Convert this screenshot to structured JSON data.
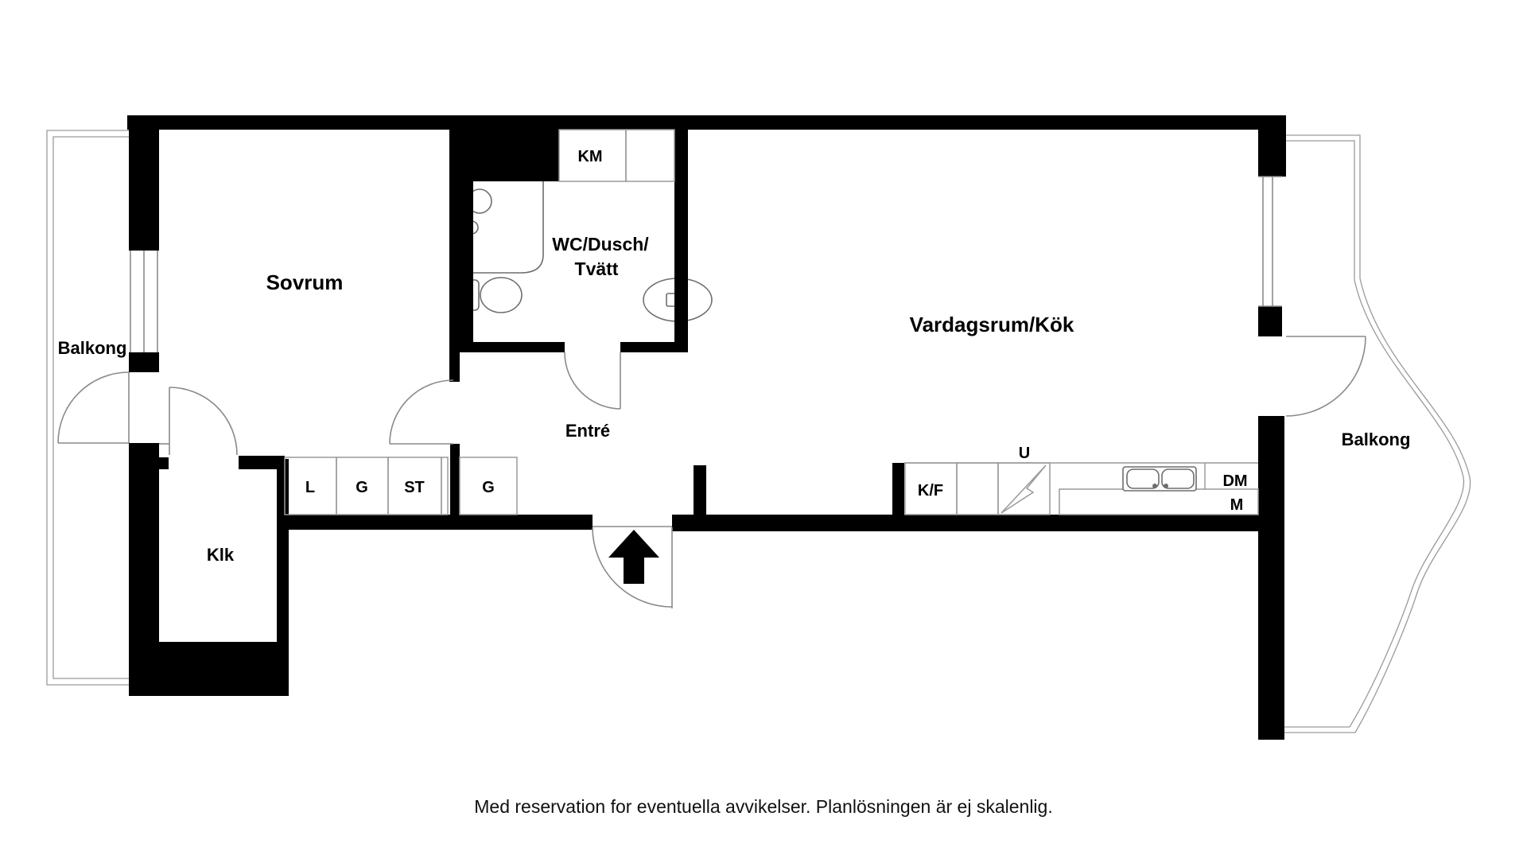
{
  "labels": {
    "bedroom": "Sovrum",
    "balcony_left": "Balkong",
    "balcony_right": "Balkong",
    "bathroom_line1": "WC/Dusch/",
    "bathroom_line2": "Tvätt",
    "entry": "Entré",
    "living_kitchen": "Vardagsrum/Kök",
    "closet": "Klk",
    "washing_machine": "KM",
    "cabinet_l": "L",
    "wardrobe_1": "G",
    "cabinet_st": "ST",
    "wardrobe_2": "G",
    "fridge_freezer": "K/F",
    "oven": "U",
    "dishwasher": "DM",
    "micro": "M"
  },
  "footer": {
    "disclaimer": "Med reservation for eventuella avvikelser. Planlösningen är ej skalenlig."
  },
  "colors": {
    "wall": "#000000",
    "door_line": "#8a8a8a",
    "fixture_line": "#6e6e6e",
    "balcony_line": "#9a9a9a",
    "text": "#000000",
    "background": "#ffffff"
  }
}
